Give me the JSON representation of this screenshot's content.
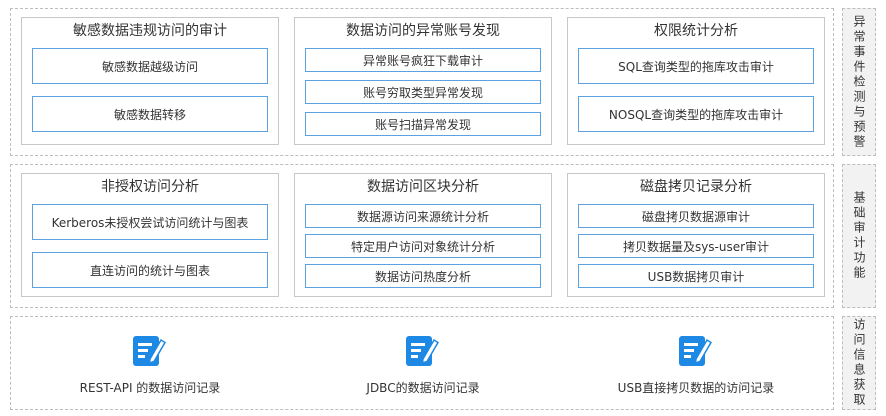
{
  "colors": {
    "item_border": "#5ba3e0",
    "icon": "#1e88e5",
    "side_bg": "#f2f2f2"
  },
  "rows": [
    {
      "side_label": "异常事件检测与预警",
      "columns": [
        {
          "title": "敏感数据违规访问的审计",
          "items": [
            "敏感数据越级访问",
            "敏感数据转移"
          ]
        },
        {
          "title": "数据访问的异常账号发现",
          "items": [
            "异常账号疯狂下载审计",
            "账号穷取类型异常发现",
            "账号扫描异常发现"
          ]
        },
        {
          "title": "权限统计分析",
          "items": [
            "SQL查询类型的拖库攻击审计",
            "NOSQL查询类型的拖库攻击审计"
          ]
        }
      ]
    },
    {
      "side_label": "基础审计功能",
      "columns": [
        {
          "title": "非授权访问分析",
          "items": [
            "Kerberos未授权尝试访问统计与图表",
            "直连访问的统计与图表"
          ]
        },
        {
          "title": "数据访问区块分析",
          "items": [
            "数据源访问来源统计分析",
            "特定用户访问对象统计分析",
            "数据访问热度分析"
          ]
        },
        {
          "title": "磁盘拷贝记录分析",
          "items": [
            "磁盘拷贝数据源审计",
            "拷贝数据量及sys-user审计",
            "USB数据拷贝审计"
          ]
        }
      ]
    },
    {
      "side_label": "访问信息获取",
      "sources": [
        {
          "icon": "edit-document-icon",
          "label": "REST-API 的数据访问记录"
        },
        {
          "icon": "edit-document-icon",
          "label": "JDBC的数据访问记录"
        },
        {
          "icon": "edit-document-icon",
          "label": "USB直接拷贝数据的访问记录"
        }
      ]
    }
  ]
}
